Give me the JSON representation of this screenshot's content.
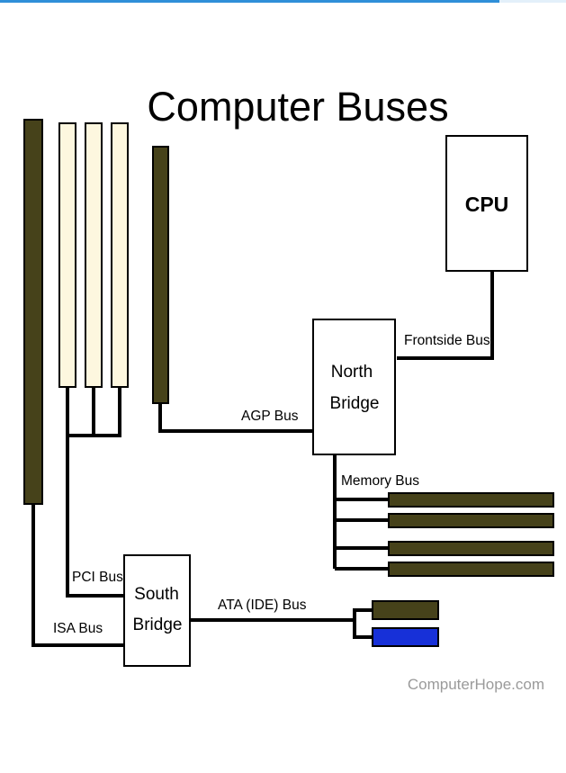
{
  "title": "Computer Buses",
  "components": {
    "cpu": "CPU",
    "north_bridge": [
      "North",
      "Bridge"
    ],
    "south_bridge": [
      "South",
      "Bridge"
    ]
  },
  "buses": {
    "frontside": "Frontside Bus",
    "agp": "AGP Bus",
    "memory": "Memory Bus",
    "pci": "PCI Bus",
    "isa": "ISA Bus",
    "ata": "ATA (IDE) Bus"
  },
  "watermark": "ComputerHope.com",
  "colors": {
    "slot_dark": "#46421a",
    "slot_pci": "#fdf7df",
    "ide_blue": "#1730d8",
    "wire": "#000000",
    "accent_bar": "#2f8fd8"
  }
}
